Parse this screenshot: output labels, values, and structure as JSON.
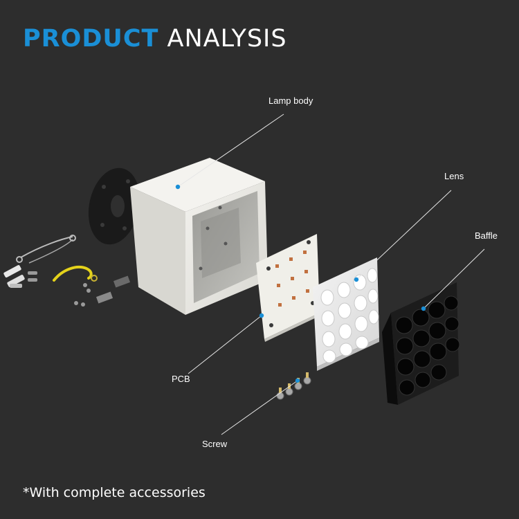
{
  "title": {
    "accent": "PRODUCT",
    "rest": "ANALYSIS",
    "accent_color": "#1a8fd6"
  },
  "labels": {
    "lamp_body": "Lamp body",
    "lens": "Lens",
    "baffle": "Baffle",
    "pcb": "PCB",
    "screw": "Screw"
  },
  "footnote": "*With complete accessories",
  "colors": {
    "background": "#2d2d2d",
    "callout_dot": "#1a8fd6",
    "leader_line": "#e6e6e6"
  }
}
